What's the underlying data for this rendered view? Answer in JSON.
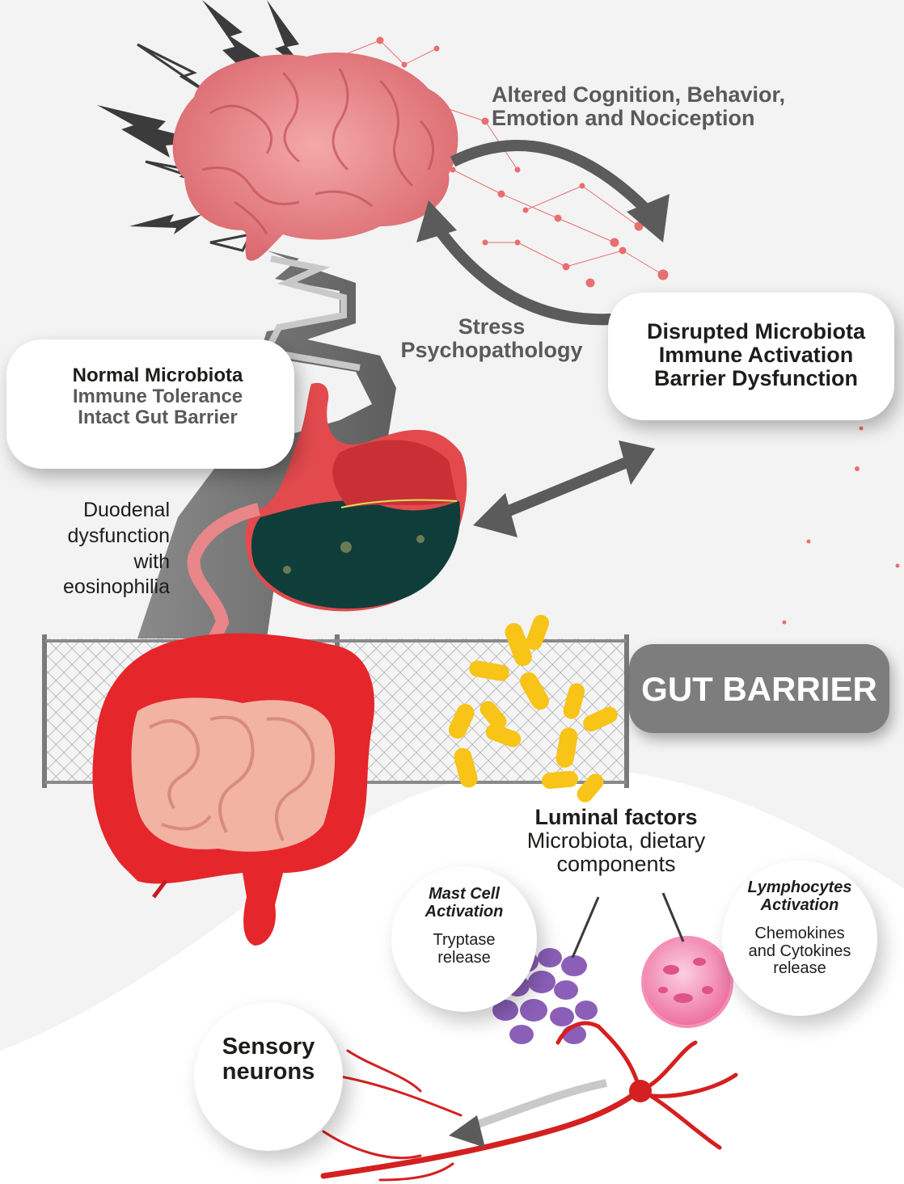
{
  "brain_loop": {
    "top_line1": "Altered Cognition, Behavior,",
    "top_line2": "Emotion and Nociception",
    "stress_line1": "Stress",
    "stress_line2": "Psychopathology"
  },
  "disrupted_box": {
    "line1": "Disrupted Microbiota",
    "line2": "Immune Activation",
    "line3": "Barrier Dysfunction"
  },
  "normal_box": {
    "line1": "Normal Microbiota",
    "line2": "Immune Tolerance",
    "line3": "Intact Gut Barrier"
  },
  "duodenal": {
    "line1": "Duodenal",
    "line2": "dysfunction",
    "line3": "with",
    "line4": "eosinophilia"
  },
  "gut_barrier_label": "GUT BARRIER",
  "luminal": {
    "title": "Luminal factors",
    "line1": "Microbiota, dietary",
    "line2": "components"
  },
  "mast_cell": {
    "title_line1": "Mast Cell",
    "title_line2": "Activation",
    "body_line1": "Tryptase",
    "body_line2": "release"
  },
  "lymphocytes": {
    "title_line1": "Lymphocytes",
    "title_line2": "Activation",
    "body_line1": "Chemokines",
    "body_line2": "and Cytokines",
    "body_line3": "release"
  },
  "sensory": {
    "line1": "Sensory",
    "line2": "neurons"
  },
  "colors": {
    "brain": "#e8868a",
    "colon": "#e5262b",
    "small_intestine": "#f2b3a3",
    "stomach_fill": "#0f3d3a",
    "bacteria": "#f7c417",
    "mast_cell": "#8b5fb8",
    "lymphocyte": "#f58fb5",
    "neuron": "#d42020",
    "arrow_grey": "#5b5b5b",
    "network": "#e8575a"
  }
}
